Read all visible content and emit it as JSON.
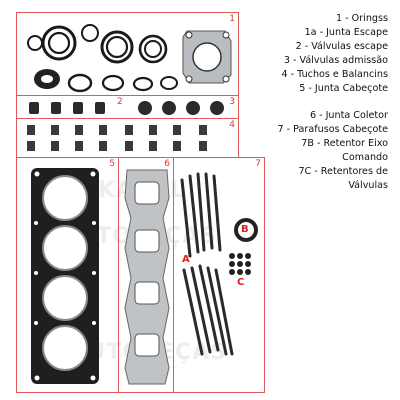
{
  "panels": {
    "p1": "1",
    "p2": "2",
    "p3": "3",
    "p4": "4",
    "p5": "5",
    "p6": "6",
    "p7": "7"
  },
  "letters": {
    "a": "A",
    "b": "B",
    "c": "C"
  },
  "legend": [
    "1 - Oringss",
    "1a - Junta Escape",
    "2 - Válvulas escape",
    "3 - Válvulas admissão",
    "4 - Tuchos e Balancins",
    "5 - Junta Cabeçote",
    "6 - Junta Coletor",
    "7 - Parafusos Cabeçote",
    "7B - Retentor Eixo",
    "Comando",
    "7C - Retentores de",
    "Válvulas"
  ],
  "watermark": {
    "top": "KARAL",
    "mid": "AUTOPEÇAS",
    "bottom": "AUTOPEÇAS"
  },
  "colors": {
    "frame": "#e05a5a",
    "label": "#e02020",
    "gasket": "#222222",
    "steel": "#b9bcc0"
  }
}
